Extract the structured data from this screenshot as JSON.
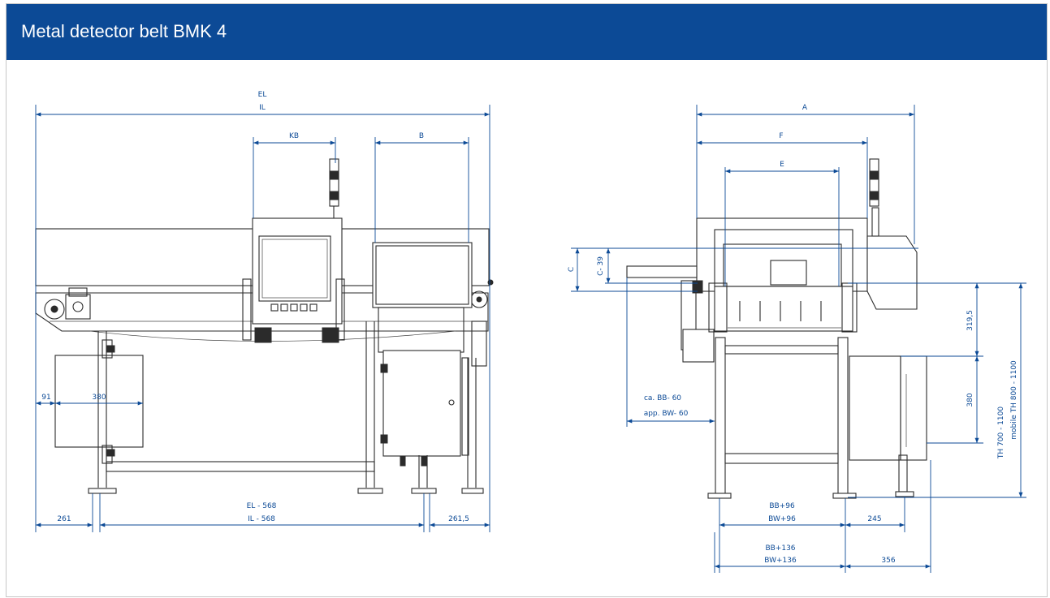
{
  "header": {
    "title": "Metal detector belt BMK 4"
  },
  "colors": {
    "header_bg": "#0c4a96",
    "dimension": "#0c4a96",
    "machine": "#2b2b2b"
  },
  "front_view": {
    "dims": {
      "el": "EL",
      "il": "IL",
      "kb": "KB",
      "b": "B",
      "d91": "91",
      "d380": "380",
      "d261": "261",
      "el568": "EL  -  568",
      "il568": "IL  -  568",
      "d2615": "261,5"
    }
  },
  "side_view": {
    "dims": {
      "a": "A",
      "f": "F",
      "e": "E",
      "c": "C",
      "c39": "C- 39",
      "ca": "ca.  BB- 60",
      "app": "app.  BW- 60",
      "d3195": "319,5",
      "d380": "380",
      "th": "TH  700  -  1100",
      "mobile": "mobile  TH  800  -  1100",
      "bb96": "BB+96",
      "bw96": "BW+96",
      "d245": "245",
      "bb136": "BB+136",
      "bw136": "BW+136",
      "d356": "356"
    }
  }
}
